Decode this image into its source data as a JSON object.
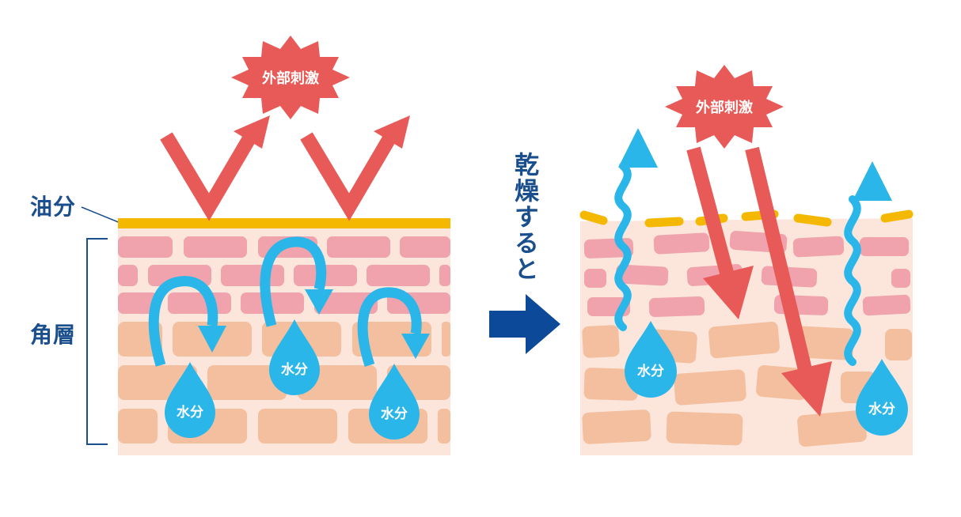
{
  "left_panel": {
    "label_oil": "油分",
    "label_stratum": "角層",
    "stimulus_label": "外部刺激",
    "water_labels": [
      "水分",
      "水分",
      "水分"
    ]
  },
  "middle": {
    "transition_text": "乾燥すると"
  },
  "right_panel": {
    "stimulus_label": "外部刺激",
    "water_labels": [
      "水分",
      "水分"
    ]
  },
  "colors": {
    "oil": "#f5b800",
    "pink_cell": "#f0a2ad",
    "peach_cell": "#f4bf9f",
    "skin_bg": "#fce6dc",
    "arrow_red": "#e85a57",
    "water_blue": "#2bb6ea",
    "navy": "#1a4e8c",
    "arrow_navy": "#0c4a99"
  }
}
